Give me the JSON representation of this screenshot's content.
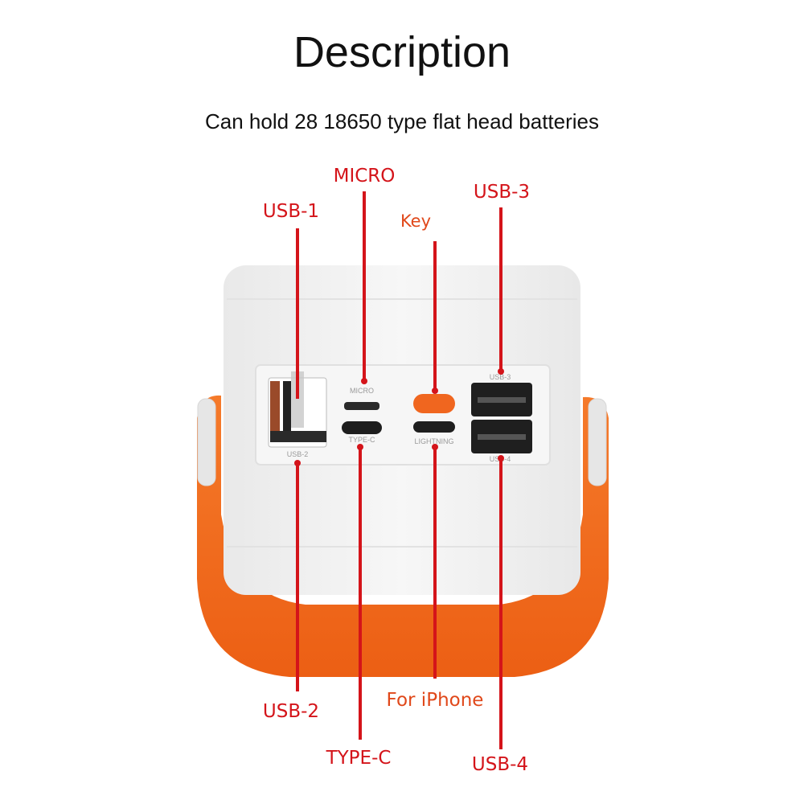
{
  "header": {
    "title": "Description",
    "subtitle": "Can hold 28 18650 type flat head batteries"
  },
  "callouts": {
    "usb1": "USB-1",
    "micro": "MICRO",
    "key": "Key",
    "usb3": "USB-3",
    "usb2": "USB-2",
    "typec": "TYPE-C",
    "iphone": "For  iPhone",
    "usb4": "USB-4"
  },
  "panel_labels": {
    "micro": "MICRO",
    "typec": "TYPE-C",
    "lightning": "LIGHTNING",
    "usb2": "USB-2",
    "usb3": "USB-3",
    "usb4": "USB-4"
  },
  "colors": {
    "callout_red": "#d4141a",
    "callout_orange": "#e0481a",
    "device_body": "#f4f4f4",
    "handle": "#f26a1b",
    "key_button": "#f0661f"
  }
}
